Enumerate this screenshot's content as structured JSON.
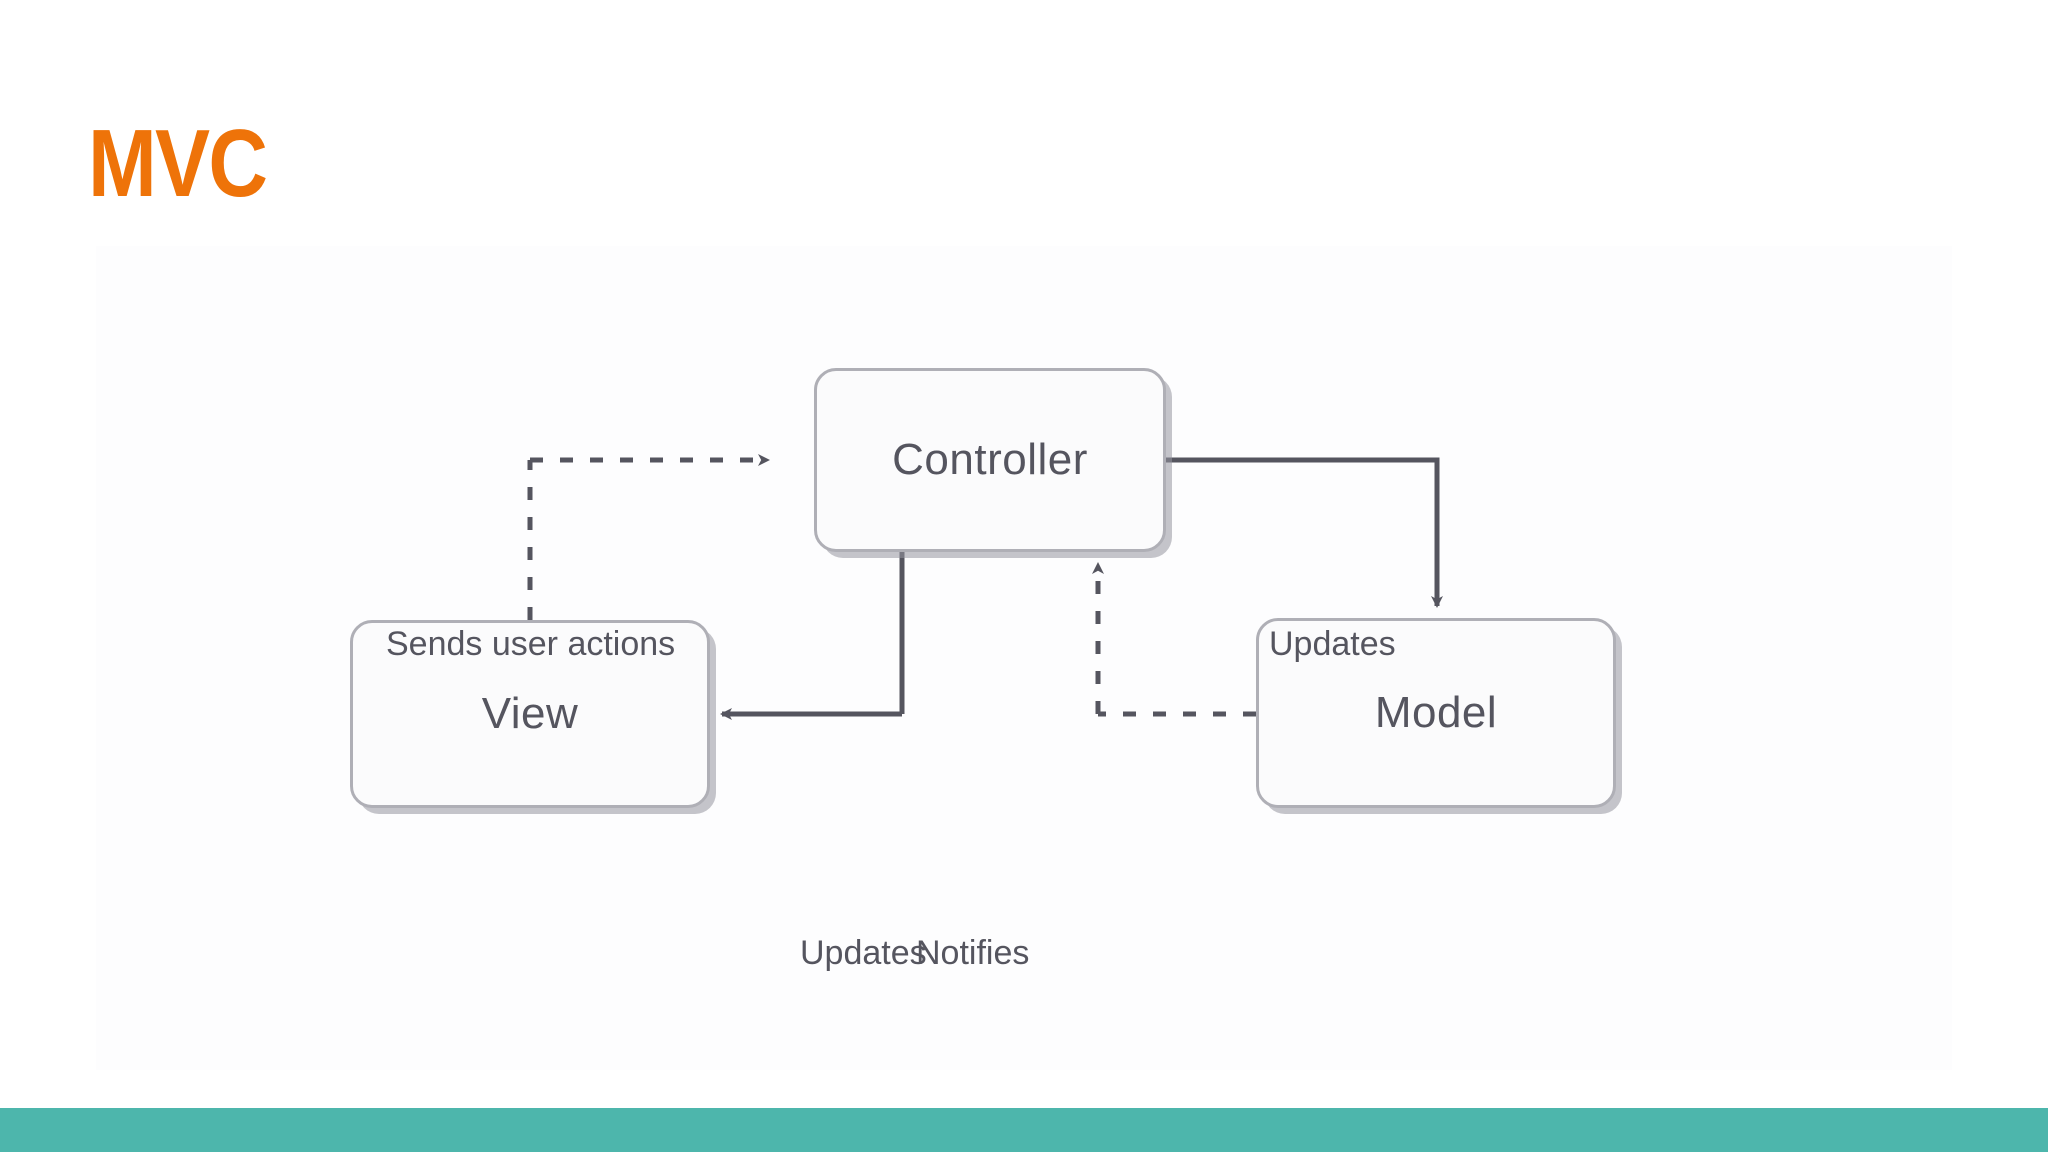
{
  "slide": {
    "title": "MVC",
    "title_color": "#EE7309",
    "background_color": "#FFFFFF",
    "accent_bar_color": "#4DB6AC"
  },
  "diagram": {
    "type": "flow-diagram",
    "nodes": [
      {
        "id": "controller",
        "label": "Controller"
      },
      {
        "id": "view",
        "label": "View"
      },
      {
        "id": "model",
        "label": "Model"
      }
    ],
    "edges": [
      {
        "id": "view-to-controller",
        "label": "Sends user actions",
        "from": "view",
        "to": "controller",
        "style": "dashed",
        "arrow": "to"
      },
      {
        "id": "controller-to-model",
        "label": "Updates",
        "from": "controller",
        "to": "model",
        "style": "solid",
        "arrow": "to"
      },
      {
        "id": "controller-to-view",
        "label": "Updates",
        "from": "controller",
        "to": "view",
        "style": "solid",
        "arrow": "to"
      },
      {
        "id": "model-to-controller",
        "label": "Notifies",
        "from": "model",
        "to": "controller",
        "style": "dashed",
        "arrow": "to"
      }
    ],
    "node_border_color": "#AFAFB6",
    "node_fill_color": "#FBFBFC",
    "line_color": "#55555F",
    "text_color": "#55555F"
  }
}
